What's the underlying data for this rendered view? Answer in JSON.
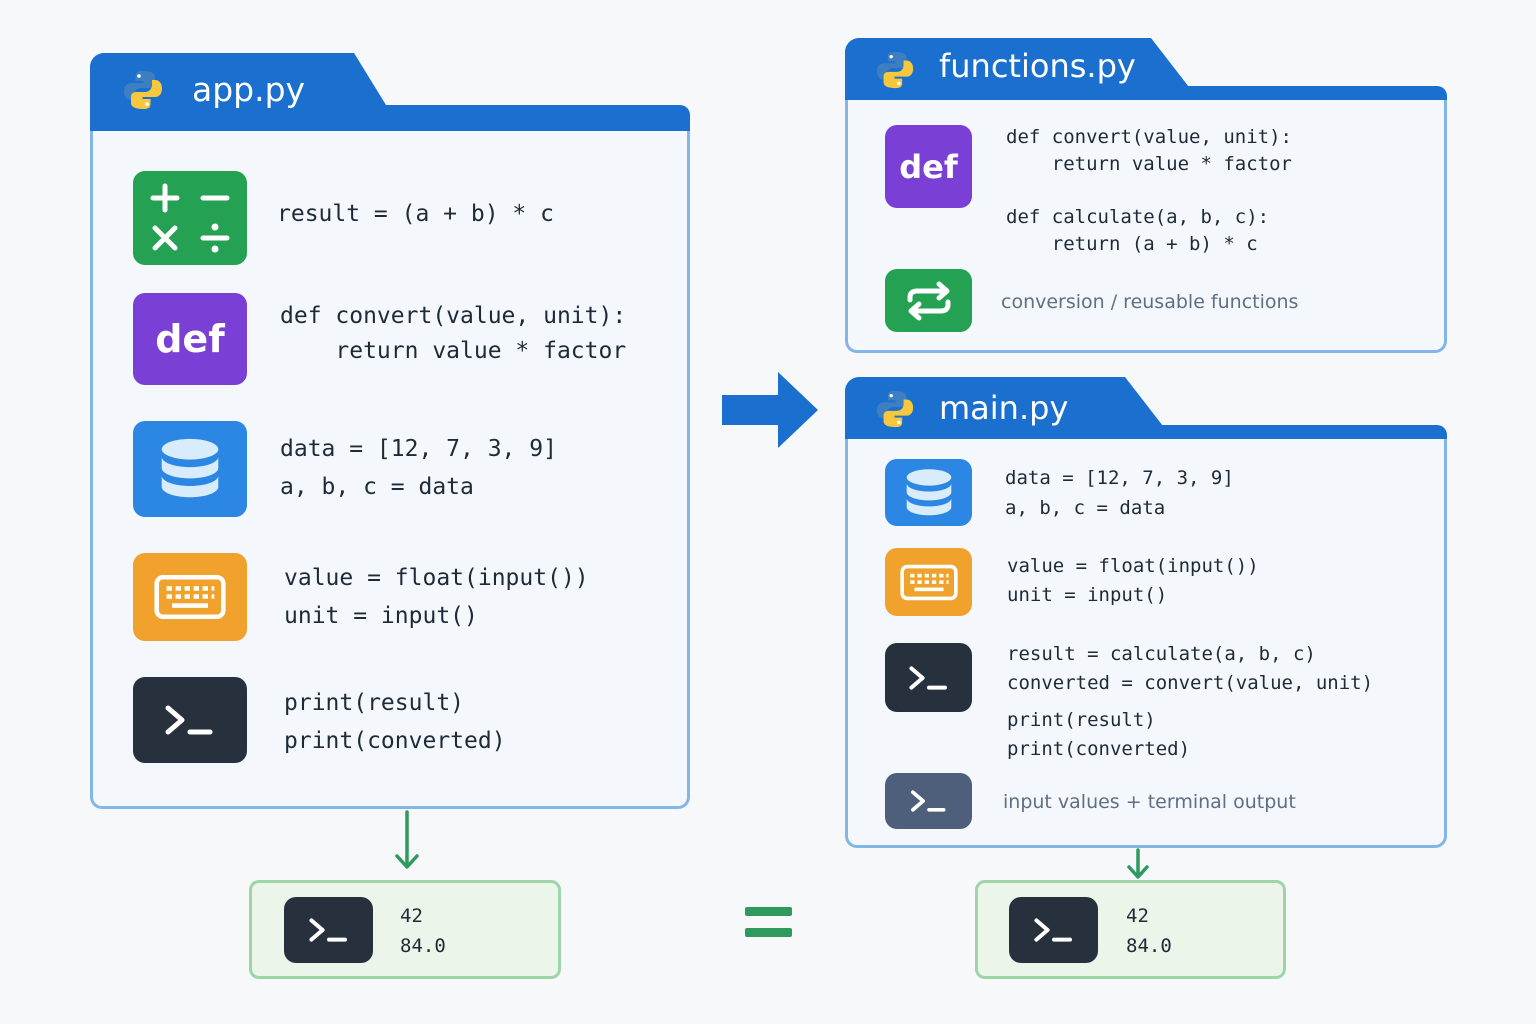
{
  "colors": {
    "tab_blue": "#1b6fce",
    "card_border": "#82b6e6",
    "arrow_blue": "#1b6fce",
    "arrow_green": "#2e9a5e",
    "equals_green": "#2e9a5e",
    "output_border": "#9dd4a8"
  },
  "app_file": {
    "title": "app.py",
    "rows": [
      {
        "icon": "calculator-icon",
        "lines": [
          "result = (a + b) * c"
        ]
      },
      {
        "icon": "def-icon",
        "icon_label": "def",
        "lines": [
          "def convert(value, unit):",
          "    return value * factor"
        ]
      },
      {
        "icon": "database-icon",
        "lines": [
          "data = [12, 7, 3, 9]",
          "a, b, c = data"
        ]
      },
      {
        "icon": "keyboard-icon",
        "lines": [
          "value = float(input())",
          "unit = input()"
        ]
      },
      {
        "icon": "terminal-icon",
        "lines": [
          "print(result)",
          "print(converted)"
        ]
      }
    ]
  },
  "functions_file": {
    "title": "functions.py",
    "def_label": "def",
    "lines": [
      "def convert(value, unit):",
      "    return value * factor",
      "def calculate(a, b, c):",
      "    return (a + b) * c"
    ],
    "caption": "conversion  /  reusable functions"
  },
  "main_file": {
    "title": "main.py",
    "rows": [
      {
        "icon": "database-icon",
        "lines": [
          "data = [12, 7, 3, 9]",
          "a, b, c = data"
        ]
      },
      {
        "icon": "keyboard-icon",
        "lines": [
          "value = float(input())",
          "unit = input()"
        ]
      },
      {
        "icon": "terminal-icon",
        "lines": [
          "result = calculate(a, b, c)",
          "converted = convert(value, unit)",
          "print(result)",
          "print(converted)"
        ]
      }
    ],
    "caption": "input values + terminal output"
  },
  "outputs": {
    "left": [
      "42",
      "84.0"
    ],
    "right": [
      "42",
      "84.0"
    ]
  },
  "relation_symbol": "equals-icon"
}
